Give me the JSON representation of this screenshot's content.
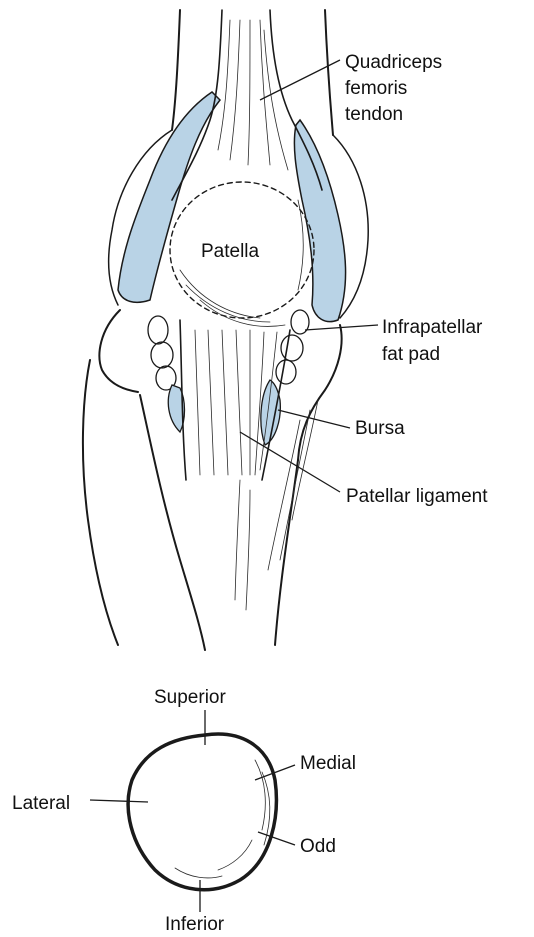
{
  "knee_labels": {
    "quadriceps_line1": "Quadriceps",
    "quadriceps_line2": "femoris",
    "quadriceps_line3": "tendon",
    "patella": "Patella",
    "infrapatellar_line1": "Infrapatellar",
    "infrapatellar_line2": "fat pad",
    "bursa": "Bursa",
    "patellar_ligament": "Patellar ligament"
  },
  "patella_labels": {
    "superior": "Superior",
    "medial": "Medial",
    "lateral": "Lateral",
    "odd": "Odd",
    "inferior": "Inferior"
  },
  "colors": {
    "bursa_fill": "#b9d3e6",
    "ink": "#1a1a1a",
    "background": "#ffffff"
  }
}
